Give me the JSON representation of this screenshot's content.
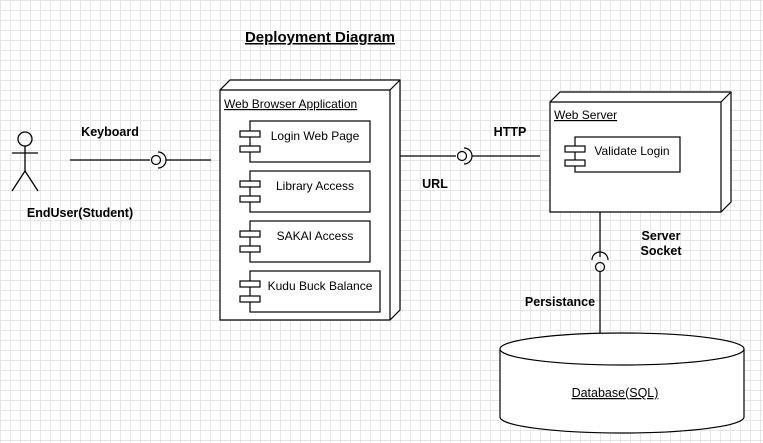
{
  "title": "Deployment Diagram",
  "actor": {
    "label": "EndUser(Student)"
  },
  "connectors": {
    "keyboard": "Keyboard",
    "http": "HTTP",
    "url": "URL",
    "server_socket_line1": "Server",
    "server_socket_line2": "Socket",
    "persistance": "Persistance"
  },
  "browser_node": {
    "title": "Web Browser Application",
    "components": [
      "Login Web Page",
      "Library Access",
      "SAKAI Access",
      "Kudu Buck Balance"
    ]
  },
  "server_node": {
    "title": "Web Server",
    "components": [
      "Validate Login"
    ]
  },
  "database": {
    "label": "Database(SQL)"
  }
}
